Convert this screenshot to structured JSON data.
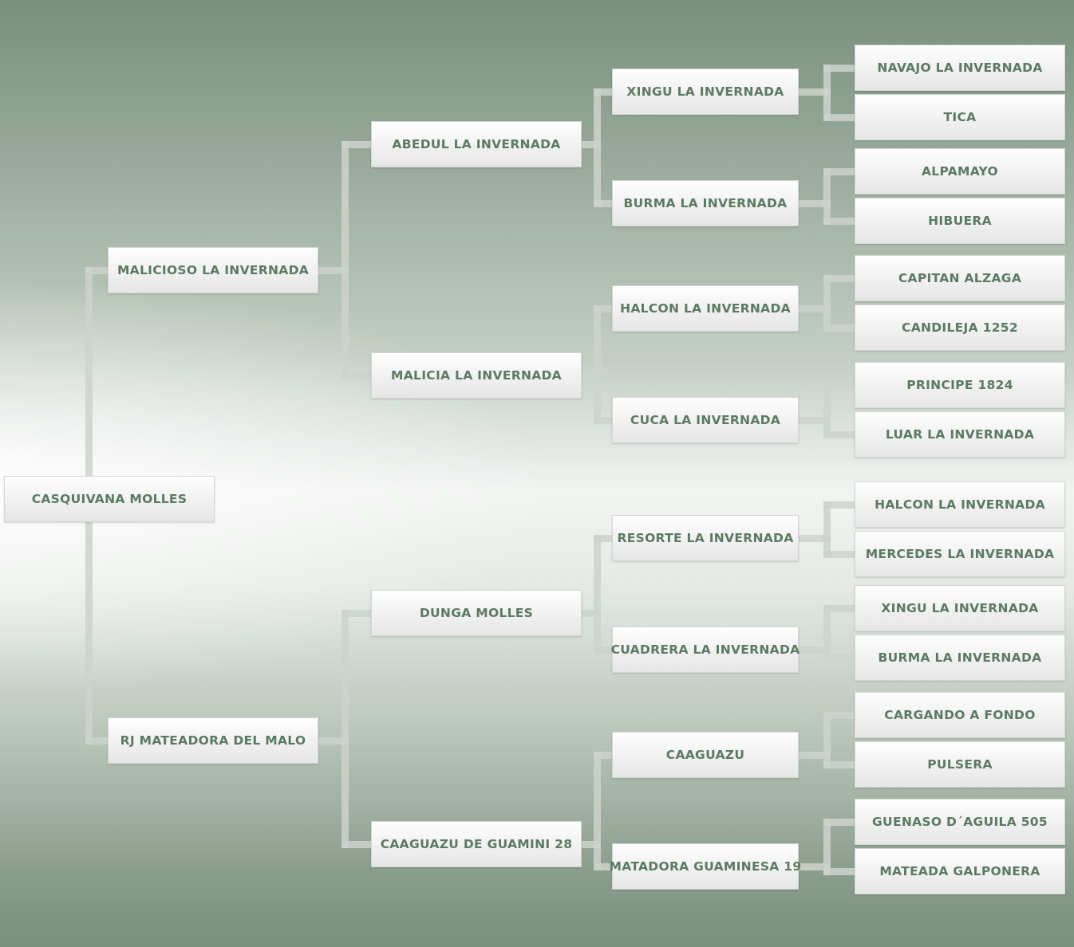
{
  "pedigree": {
    "subject": "CASQUIVANA MOLLES",
    "sire": "MALICIOSO LA INVERNADA",
    "dam": "RJ MATEADORA DEL MALO",
    "gen2": [
      "ABEDUL LA INVERNADA",
      "MALICIA LA INVERNADA",
      "DUNGA MOLLES",
      "CAAGUAZU DE GUAMINI 28"
    ],
    "gen3": [
      "XINGU LA INVERNADA",
      "BURMA LA INVERNADA",
      "HALCON LA INVERNADA",
      "CUCA LA INVERNADA",
      "RESORTE LA INVERNADA",
      "CUADRERA LA INVERNADA",
      "CAAGUAZU",
      "MATADORA GUAMINESA 19"
    ],
    "gen4": [
      "NAVAJO LA INVERNADA",
      "TICA",
      "ALPAMAYO",
      "HIBUERA",
      "CAPITAN ALZAGA",
      "CANDILEJA 1252",
      "PRINCIPE 1824",
      "LUAR LA INVERNADA",
      "HALCON LA INVERNADA",
      "MERCEDES LA INVERNADA",
      "XINGU LA INVERNADA",
      "BURMA LA INVERNADA",
      "CARGANDO A FONDO",
      "PULSERA",
      "GUENASO D´AGUILA 505",
      "MATEADA GALPONERA"
    ]
  }
}
